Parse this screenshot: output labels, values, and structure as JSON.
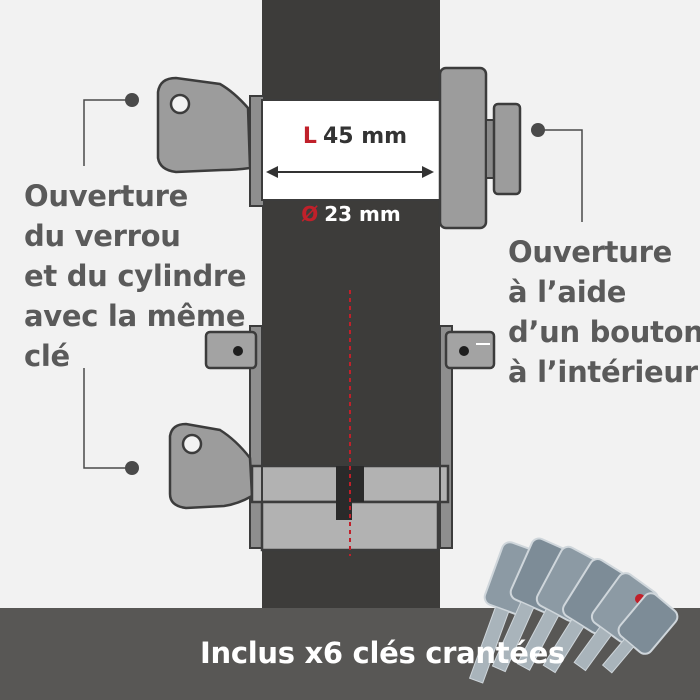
{
  "labels": {
    "left_lines": [
      "Ouverture",
      "du verrou",
      "et du cylindre",
      "avec la même",
      "clé"
    ],
    "right_lines": [
      "Ouverture",
      "à l’aide",
      "d’un bouton",
      "à l’intérieur"
    ]
  },
  "dimensions": {
    "length_symbol": "L",
    "length_value": "45 mm",
    "diameter_symbol": "Ø",
    "diameter_value": "23 mm"
  },
  "footer": {
    "text": "Inclus x6 clés crantées"
  },
  "colors": {
    "background": "#f2f2f2",
    "door": "#3d3c3a",
    "metal": "#a3a3a3",
    "accent_red": "#c0202a",
    "footer_band": "#585755"
  }
}
